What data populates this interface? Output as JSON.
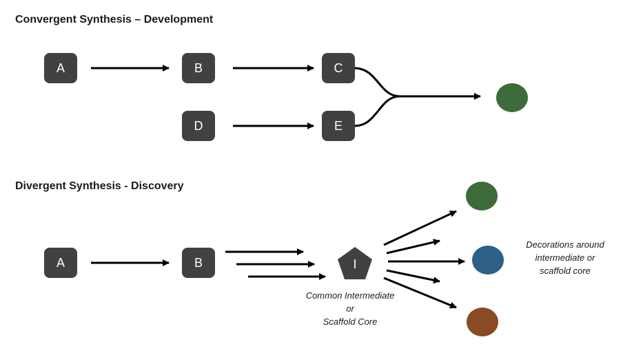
{
  "titles": {
    "convergent": "Convergent Synthesis – Development",
    "divergent": "Divergent Synthesis - Discovery"
  },
  "convergent_nodes": {
    "a": "A",
    "b": "B",
    "c": "C",
    "d": "D",
    "e": "E"
  },
  "divergent_nodes": {
    "a": "A",
    "b": "B",
    "i": "I"
  },
  "captions": {
    "core": [
      "Common Intermediate",
      "or",
      "Scaffold Core"
    ],
    "decorations": [
      "Decorations around",
      "intermediate or",
      "scaffold core"
    ]
  },
  "colors": {
    "node": "#3f4142",
    "green": "#3d6b3a",
    "blue": "#2e5f87",
    "brown": "#8a4a24",
    "arrow": "#000000"
  }
}
